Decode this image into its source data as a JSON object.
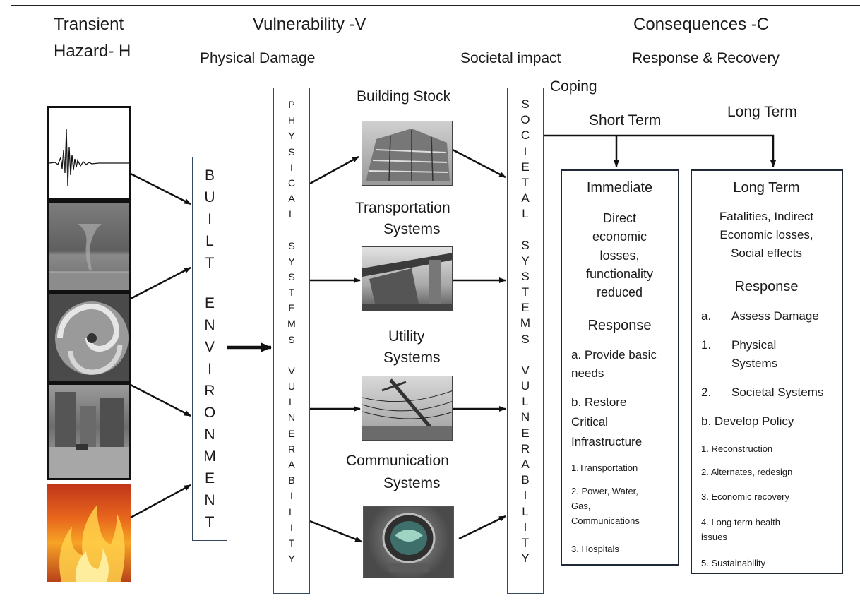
{
  "headings": {
    "hazard_line1": "Transient",
    "hazard_line2": "Hazard- H",
    "vulnerability": "Vulnerability -V",
    "physical_damage": "Physical Damage",
    "societal_impact": "Societal impact",
    "consequences": "Consequences -C",
    "response_recovery": "Response & Recovery",
    "coping": "Coping",
    "short_term": "Short Term",
    "long_term": "Long Term"
  },
  "built_environment": [
    "B",
    "U",
    "I",
    "L",
    "T",
    "",
    "E",
    "N",
    "V",
    "I",
    "R",
    "O",
    "N",
    "M",
    "E",
    "N",
    "T"
  ],
  "physical_systems": [
    "P",
    "H",
    "Y",
    "S",
    "I",
    "C",
    "A",
    "L",
    "",
    "S",
    "Y",
    "S",
    "T",
    "E",
    "M",
    "S",
    "",
    "V",
    "U",
    "L",
    "N",
    "E",
    "R",
    "A",
    "B",
    "I",
    "L",
    "I",
    "T",
    "Y"
  ],
  "societal_systems": [
    "S",
    "O",
    "C",
    "I",
    "E",
    "T",
    "A",
    "L",
    "",
    "S",
    "Y",
    "S",
    "T",
    "E",
    "M",
    "S",
    "",
    "V",
    "U",
    "L",
    "N",
    "E",
    "R",
    "A",
    "B",
    "I",
    "L",
    "I",
    "T",
    "Y"
  ],
  "systems": {
    "building": "Building Stock",
    "transport_1": "Transportation",
    "transport_2": "Systems",
    "utility_1": "Utility",
    "utility_2": "Systems",
    "comm_1": "Communication",
    "comm_2": "Systems"
  },
  "immediate": {
    "title": "Immediate",
    "l1": "Direct",
    "l2": "economic",
    "l3": "losses,",
    "l4": "functionality",
    "l5": "reduced",
    "response": "Response",
    "a1": "a. Provide basic",
    "a2": "needs",
    "b1": "b. Restore",
    "b2": "Critical",
    "b3": "Infrastructure",
    "i1": "1.Transportation",
    "i2a": "2. Power, Water,",
    "i2b": "Gas,",
    "i2c": "Communications",
    "i3": "3. Hospitals"
  },
  "longterm": {
    "title": "Long Term",
    "l1": "Fatalities, Indirect",
    "l2": "Economic losses,",
    "l3": "Social effects",
    "response": "Response",
    "a_label": "a.",
    "a_text": "Assess Damage",
    "n1": "1.",
    "n1_text_1": "Physical",
    "n1_text_2": "Systems",
    "n2": "2.",
    "n2_text": "Societal Systems",
    "b": "b. Develop Policy",
    "p1": "1. Reconstruction",
    "p2": "2. Alternates, redesign",
    "p3": "3. Economic recovery",
    "p4a": "4. Long term health",
    "p4b": "issues",
    "p5": "5. Sustainability"
  },
  "hazard_images": [
    "seismograph-icon",
    "tornado-icon",
    "hurricane-icon",
    "flood-icon",
    "fire-icon"
  ]
}
